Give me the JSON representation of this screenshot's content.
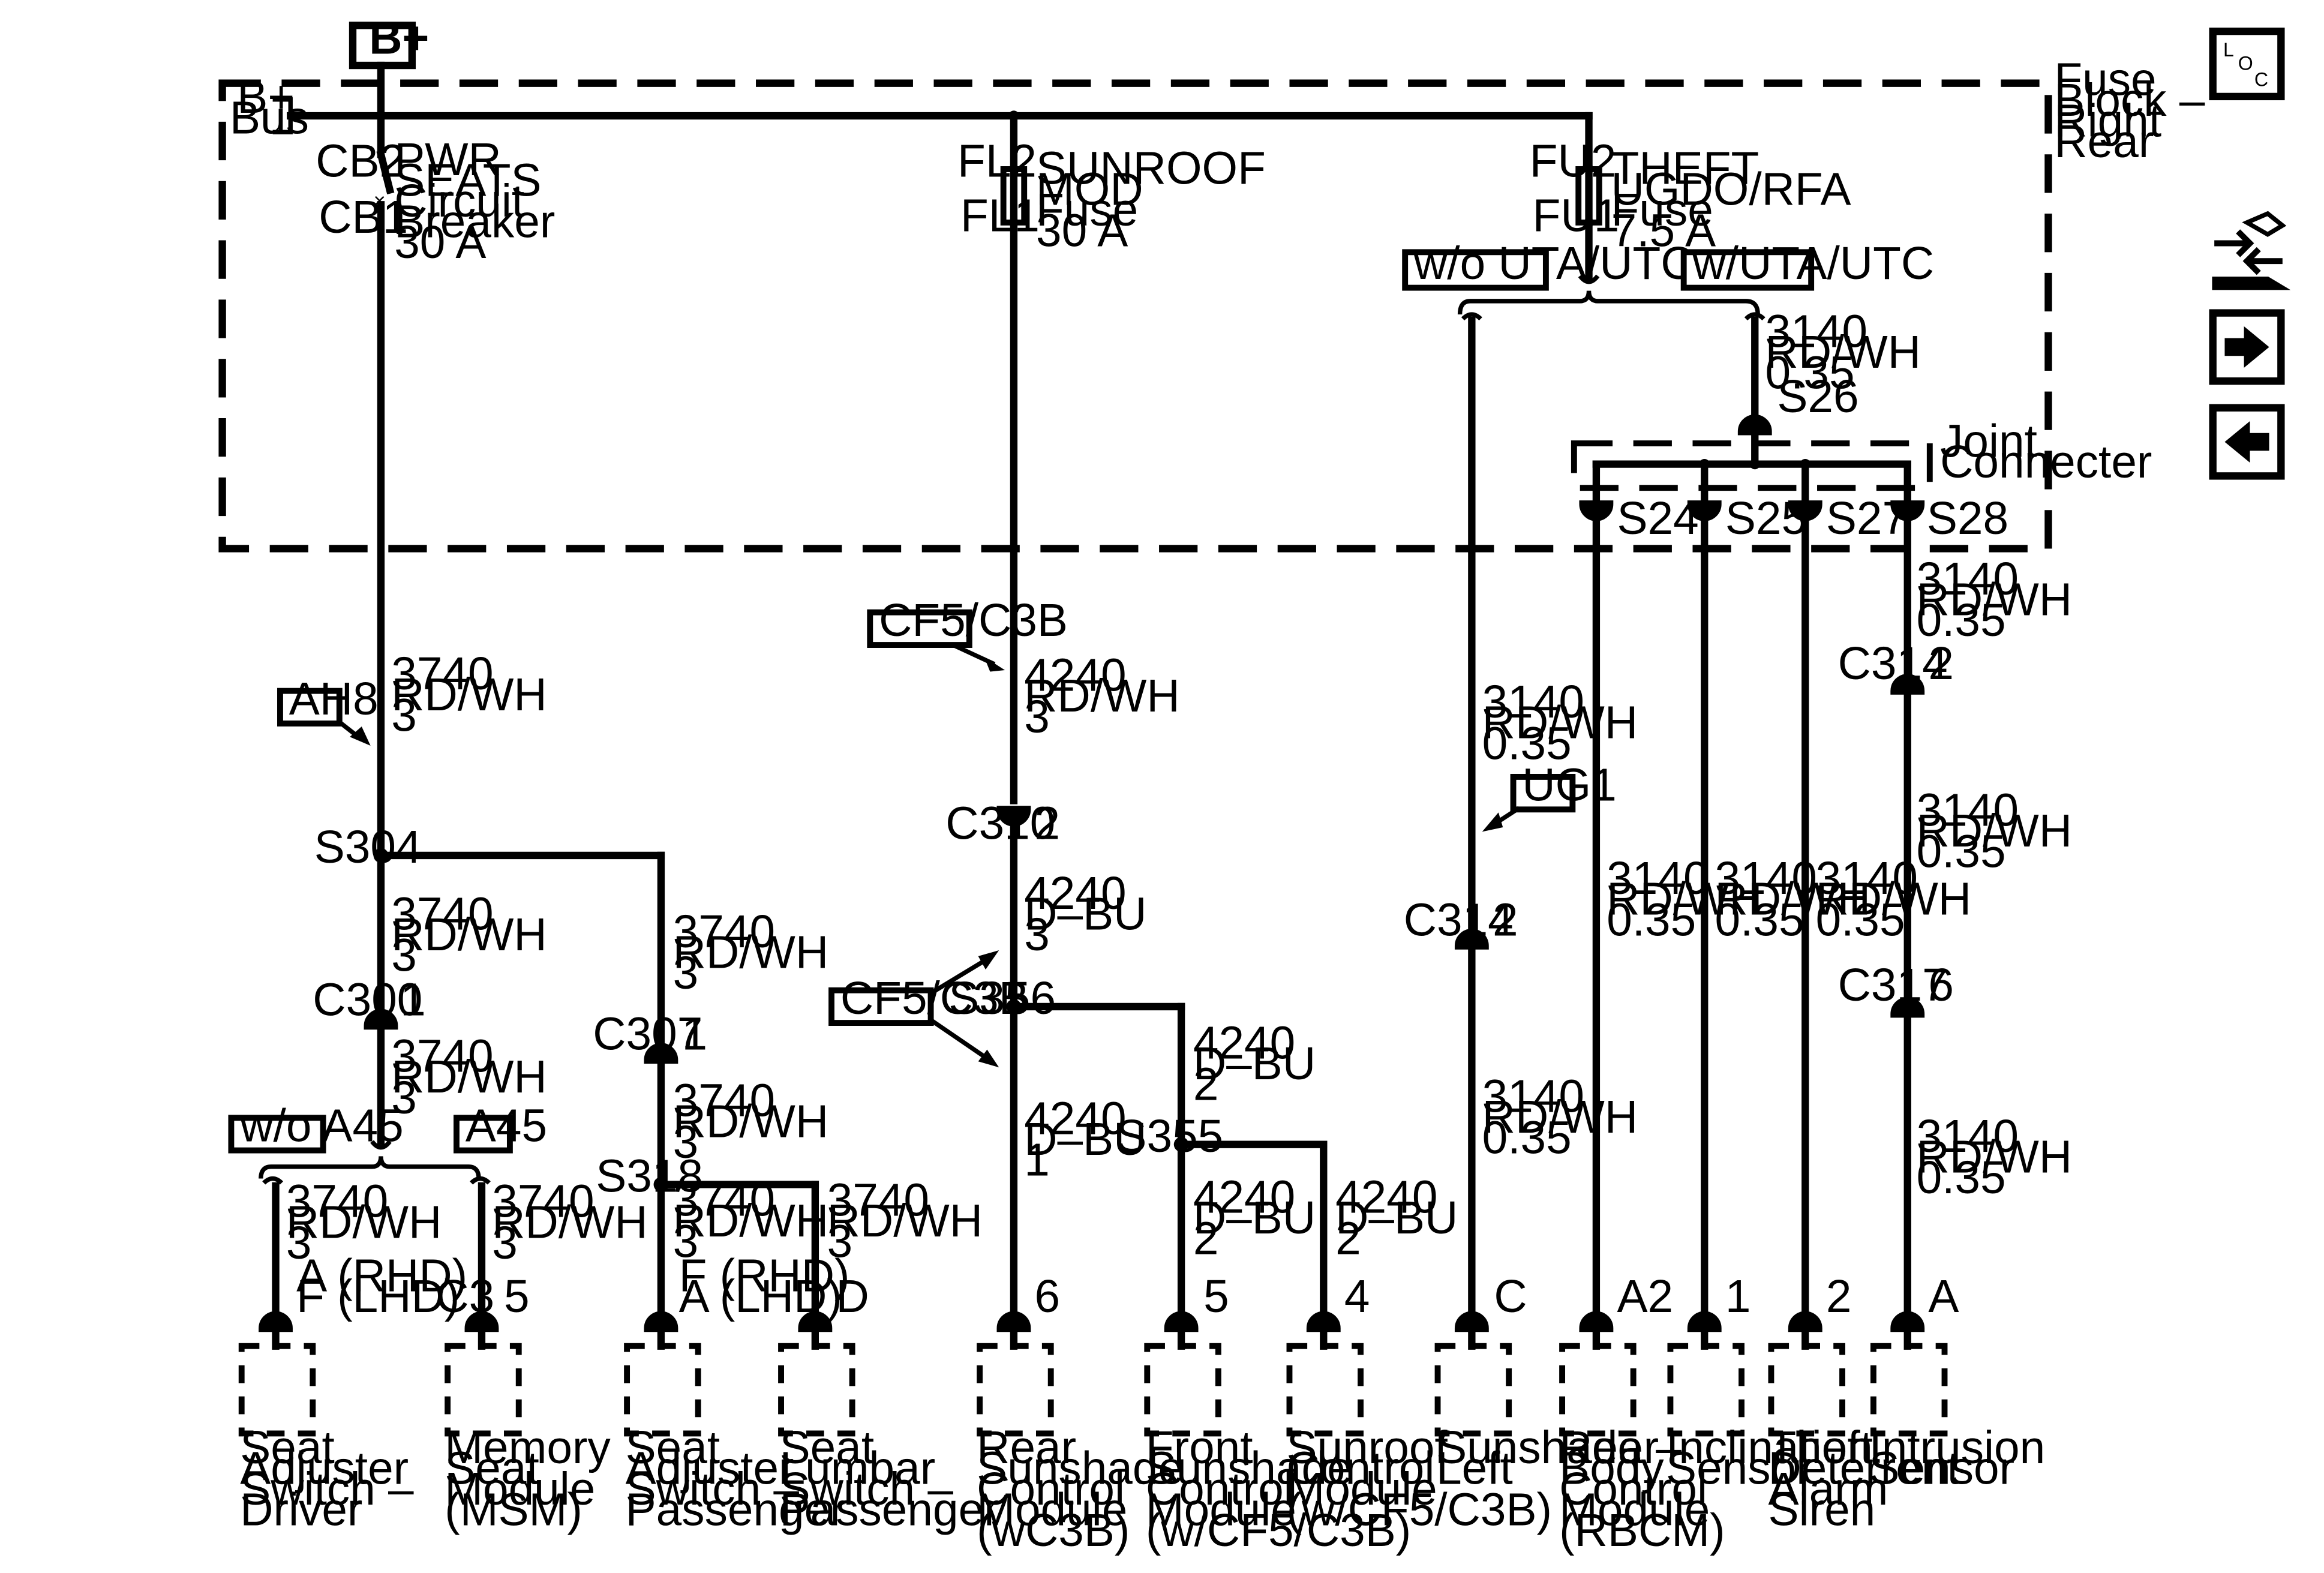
{
  "power": {
    "source": "B+",
    "bus": [
      "B+",
      "Bus"
    ],
    "fuse_block": [
      "Fuse",
      "Block –",
      "Right",
      "Rear"
    ]
  },
  "cb": {
    "top": "CB2",
    "bottom": "CB1",
    "label": [
      "PWR",
      "SEATS",
      "Circuit",
      "Breaker",
      "30 A"
    ]
  },
  "fl": {
    "top": "FL2",
    "bottom": "FL1",
    "label": [
      "SUNROOF",
      "MOD",
      "Fuse",
      "30 A"
    ]
  },
  "fu": {
    "top": "FU2",
    "bottom": "FU1",
    "label": [
      "THEFT",
      "UGDO/RFA",
      "Fuse",
      "7.5 A"
    ]
  },
  "options": {
    "wo_uta": "w/o UTA/UTC",
    "w_uta": "w/UTA/UTC",
    "wo_a45": "w/o A45",
    "a45": "A45",
    "cf5_1": "CF5/C3B",
    "cf5_2": "CF5/C3B",
    "ah8": "AH8",
    "ug1": "UG1"
  },
  "joint": {
    "label": [
      "Joint",
      "Connecter"
    ],
    "s26": "S26",
    "s24": "S24",
    "s25": "S25",
    "s27": "S27",
    "s28": "S28"
  },
  "wires": {
    "w3740a": [
      "3740",
      "RD/WH",
      "3"
    ],
    "w3740b": [
      "3740",
      "RD/WH",
      "3"
    ],
    "w3740c": [
      "3740",
      "RD/WH",
      "3"
    ],
    "w3740d": [
      "3740",
      "RD/WH",
      "3"
    ],
    "w3740e": [
      "3740",
      "RD/WH",
      "3"
    ],
    "w3740f": [
      "3740",
      "RD/WH",
      "3"
    ],
    "w3740g": [
      "3740",
      "RD/WH",
      "3"
    ],
    "w3740h": [
      "3740",
      "RD/WH",
      "3"
    ],
    "w3740i": [
      "3740",
      "RD/WH",
      "3"
    ],
    "w4240a": [
      "4240",
      "RD/WH",
      "3"
    ],
    "w4240b": [
      "4240",
      "D–BU",
      "3"
    ],
    "w4240c": [
      "4240",
      "D–BU",
      "1"
    ],
    "w4240d": [
      "4240",
      "D–BU",
      "2"
    ],
    "w4240e": [
      "4240",
      "D–BU",
      "2"
    ],
    "w4240f": [
      "4240",
      "D–BU",
      "2"
    ],
    "w3140a": [
      "3140",
      "RD/WH",
      "0.35"
    ],
    "w3140b": [
      "3140",
      "RD/WH",
      "0.35"
    ],
    "w3140c": [
      "3140",
      "RD/WH",
      "0.35"
    ],
    "w3140d": [
      "3140",
      "RD/WH",
      "0.35"
    ],
    "w3140e": [
      "3140",
      "RD/WH",
      "0.35"
    ],
    "w3140f": [
      "3140",
      "RD/WH",
      "0.35"
    ],
    "w3140g": [
      "3140",
      "RD/WH",
      "0.35"
    ],
    "w3140h": [
      "3140",
      "RD/WH",
      "0.35"
    ],
    "w3140i": [
      "3140",
      "RD/WH",
      "0.35"
    ]
  },
  "splices": {
    "s304": "S304",
    "s318": "S318",
    "s356": "S356",
    "s355": "S355"
  },
  "connectors": {
    "c300": "C300",
    "c300_pin": "1",
    "c307": "C307",
    "c307_pin": "1",
    "c310": "C310",
    "c310_pin": "2",
    "c314a": "C314",
    "c314a_pin": "2",
    "c314b": "C314",
    "c314b_pin": "2",
    "c317": "C317",
    "c317_pin": "6"
  },
  "pins": {
    "seat_driver": [
      "A (RHD)",
      "F (LHD)"
    ],
    "msm_conn": "C3",
    "msm_pin": "5",
    "seat_pass": [
      "F (RHD)",
      "A (LHD)"
    ],
    "lumbar": "D",
    "rear_shade": "6",
    "front_shade": "5",
    "sunroof": "4",
    "sunshade_left": "C",
    "rbcm": "A2",
    "inclination": "1",
    "siren": "2",
    "intrusion": "A"
  },
  "components": {
    "seat_driver": [
      "Seat",
      "Adjuster",
      "Switch –",
      "Driver"
    ],
    "msm": [
      "Memory",
      "Seat",
      "Module",
      "(MSM)"
    ],
    "seat_pass": [
      "Seat",
      "Adjuster",
      "Switch –",
      "Passenger"
    ],
    "lumbar": [
      "Seat",
      "Lumbar",
      "Switch –",
      "Passenger"
    ],
    "rear_shade": [
      "Rear",
      "Sunshade",
      "Control",
      "Module",
      "(wC3B)"
    ],
    "front_shade": [
      "Front",
      "Sunshade",
      "Control",
      "Module",
      "(w/CF5/C3B)"
    ],
    "sunroof": [
      "Sunroof",
      "Control",
      "Module",
      "(w/CF5/C3B)"
    ],
    "sunshade_left": [
      "Sunshade –",
      "Left"
    ],
    "rbcm": [
      "Rear",
      "Body",
      "Control",
      "Module",
      "(RBCM)"
    ],
    "inclination": [
      "Inclination",
      "Sensor"
    ],
    "siren": [
      "Theft",
      "Deterrent",
      "Alarm",
      "Siren"
    ],
    "intrusion": [
      "Intrusion",
      "Sensor"
    ]
  },
  "nav": {
    "loc": [
      "L",
      "O",
      "C"
    ]
  }
}
